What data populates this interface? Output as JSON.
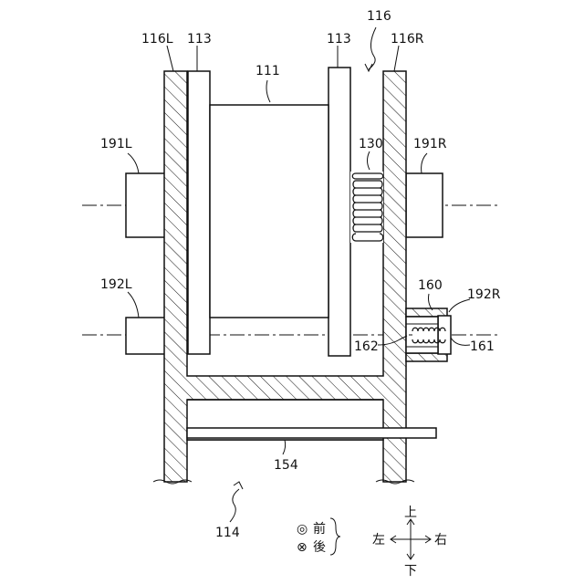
{
  "labels": {
    "l116L": "116L",
    "l113_left": "113",
    "l111": "111",
    "l113_right": "113",
    "l116": "116",
    "l116R": "116R",
    "l191L": "191L",
    "l130": "130",
    "l191R": "191R",
    "l192L": "192L",
    "l160": "160",
    "l192R": "192R",
    "l162": "162",
    "l161": "161",
    "l154": "154",
    "l114": "114"
  },
  "legend": {
    "front_symbol": "◎",
    "front_label": "前",
    "back_symbol": "⊗",
    "back_label": "後",
    "up": "上",
    "down": "下",
    "left": "左",
    "right": "右"
  }
}
